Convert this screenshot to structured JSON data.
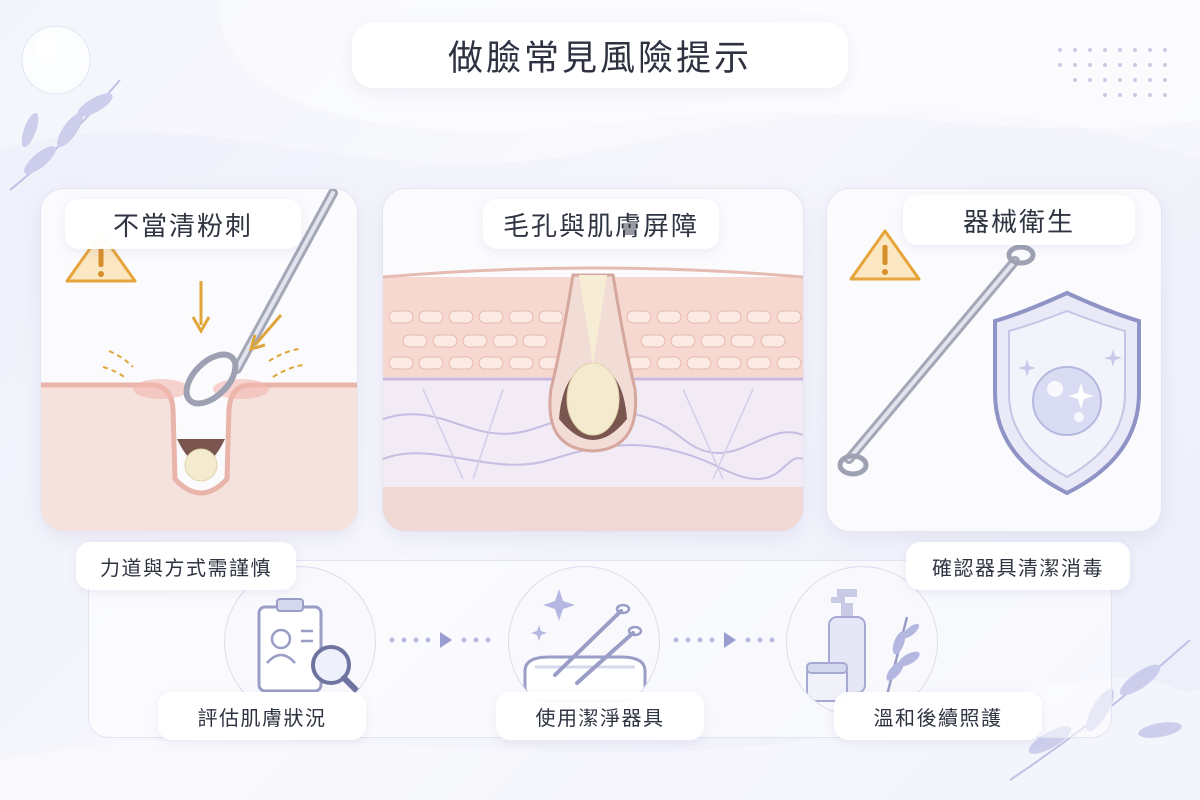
{
  "title": "做臉常見風險提示",
  "panels": [
    {
      "label": "不當清粉刺",
      "icon": "warning-icon",
      "caption": "力道與方式需謹慎"
    },
    {
      "label": "毛孔與肌膚屏障"
    },
    {
      "label": "器械衛生",
      "icon": "warning-icon",
      "caption": "確認器具清潔消毒"
    }
  ],
  "steps": [
    {
      "label": "評估肌膚狀況",
      "icon": "skin-assessment-icon"
    },
    {
      "label": "使用潔淨器具",
      "icon": "clean-tools-icon"
    },
    {
      "label": "溫和後續照護",
      "icon": "aftercare-icon"
    }
  ],
  "colors": {
    "background": "#eef0fb",
    "accent_lavender": "#9aa0d8",
    "warning": "#e8a43c",
    "skin": "#f5d9d2",
    "text": "#2f3441"
  }
}
